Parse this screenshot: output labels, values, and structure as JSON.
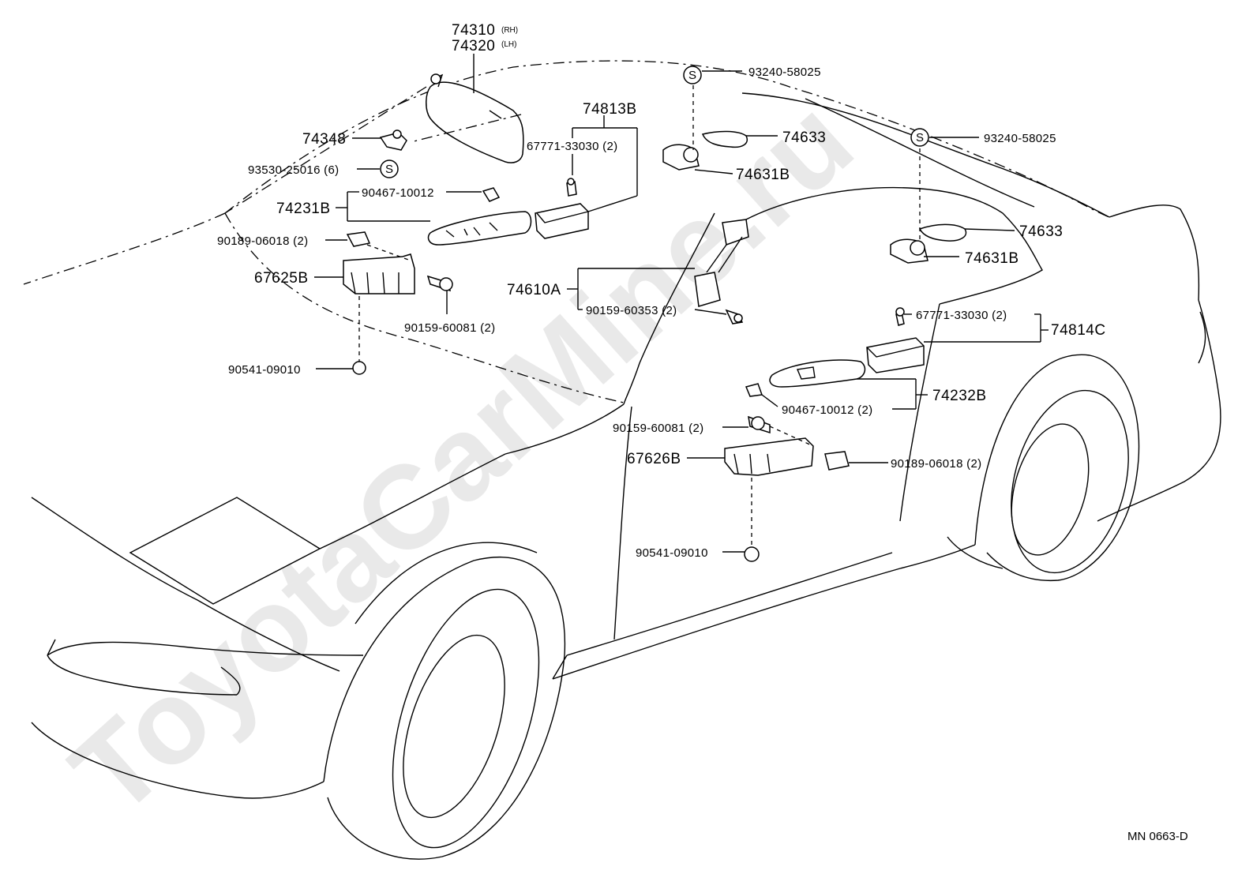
{
  "watermark": "ToyotaCarMine.ru",
  "diagram_code": "MN 0663-D",
  "symbol_s": "S",
  "labels": {
    "p74310": "74310",
    "p74310_side": "(RH)",
    "p74320": "74320",
    "p74320_side": "(LH)",
    "p74348": "74348",
    "p93530": "93530-25016 (6)",
    "p74231B": "74231B",
    "p90467_left": "90467-10012",
    "p90189_left": "90189-06018 (2)",
    "p67625B": "67625B",
    "p90159_60081_left": "90159-60081 (2)",
    "p90541_left": "90541-09010",
    "p74813B": "74813B",
    "p67771_left": "67771-33030 (2)",
    "p93240_left": "93240-58025",
    "p74633_left": "74633",
    "p74631B_left": "74631B",
    "p74610A": "74610A",
    "p90159_60353": "90159-60353 (2)",
    "p93240_right": "93240-58025",
    "p74633_right": "74633",
    "p74631B_right": "74631B",
    "p67771_right": "67771-33030 (2)",
    "p74814C": "74814C",
    "p74232B": "74232B",
    "p90467_right": "90467-10012 (2)",
    "p90159_60081_right": "90159-60081 (2)",
    "p67626B": "67626B",
    "p90189_right": "90189-06018 (2)",
    "p90541_right": "90541-09010"
  }
}
